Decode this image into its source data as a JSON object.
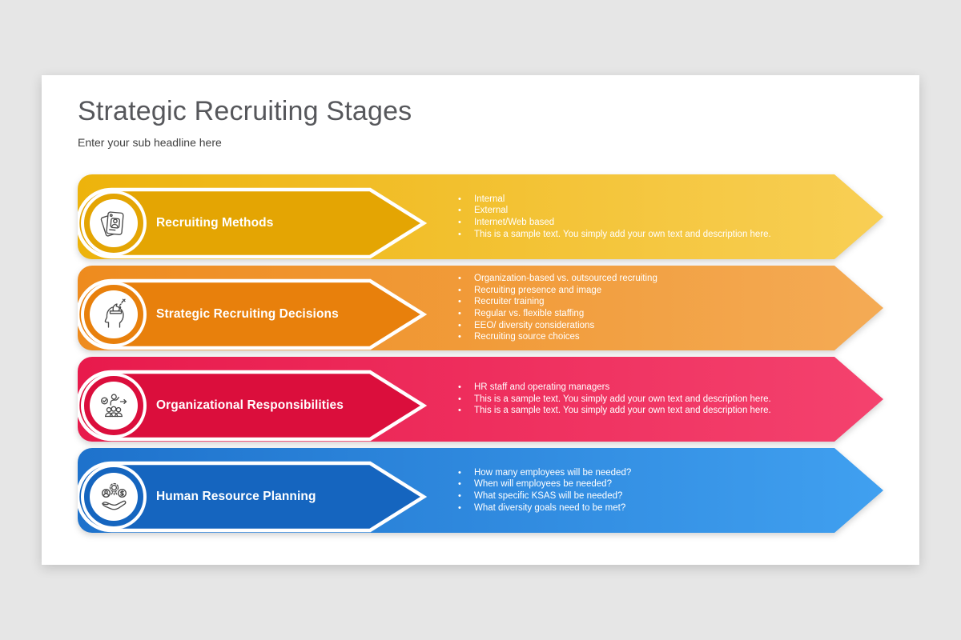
{
  "slide": {
    "title": "Strategic Recruiting Stages",
    "subtitle": "Enter your sub headline here"
  },
  "rows": [
    {
      "title": "Recruiting Methods",
      "icon": "id-badge-icon",
      "colors": {
        "band": "#e4a503",
        "g0": "#edb30c",
        "g1": "#f8cf55"
      },
      "bullets": [
        "Internal",
        "External",
        "Internet/Web based",
        "This is a sample text. You simply add your own text and description here."
      ]
    },
    {
      "title": "Strategic Recruiting Decisions",
      "icon": "strategy-head-icon",
      "colors": {
        "band": "#e8800c",
        "g0": "#ee8b1e",
        "g1": "#f4ab55"
      },
      "bullets": [
        "Organization-based vs. outsourced recruiting",
        "Recruiting presence and image",
        "Recruiter training",
        "Regular vs. flexible staffing",
        "EEO/ diversity considerations",
        "Recruiting source choices"
      ]
    },
    {
      "title": "Organizational Responsibilities",
      "icon": "team-delegation-icon",
      "colors": {
        "band": "#db0e3c",
        "g0": "#e81a4c",
        "g1": "#f4426e"
      },
      "bullets": [
        "HR staff and operating managers",
        "This is a sample text. You simply add your own text and description here.",
        "This is a sample text. You simply add your own text and description here."
      ]
    },
    {
      "title": "Human Resource Planning",
      "icon": "hand-resources-icon",
      "colors": {
        "band": "#1565bf",
        "g0": "#1e72cc",
        "g1": "#40a0f0"
      },
      "bullets": [
        "How many employees will be needed?",
        "When will employees be needed?",
        "What specific KSAS will be needed?",
        "What diversity goals need to be met?"
      ]
    }
  ]
}
